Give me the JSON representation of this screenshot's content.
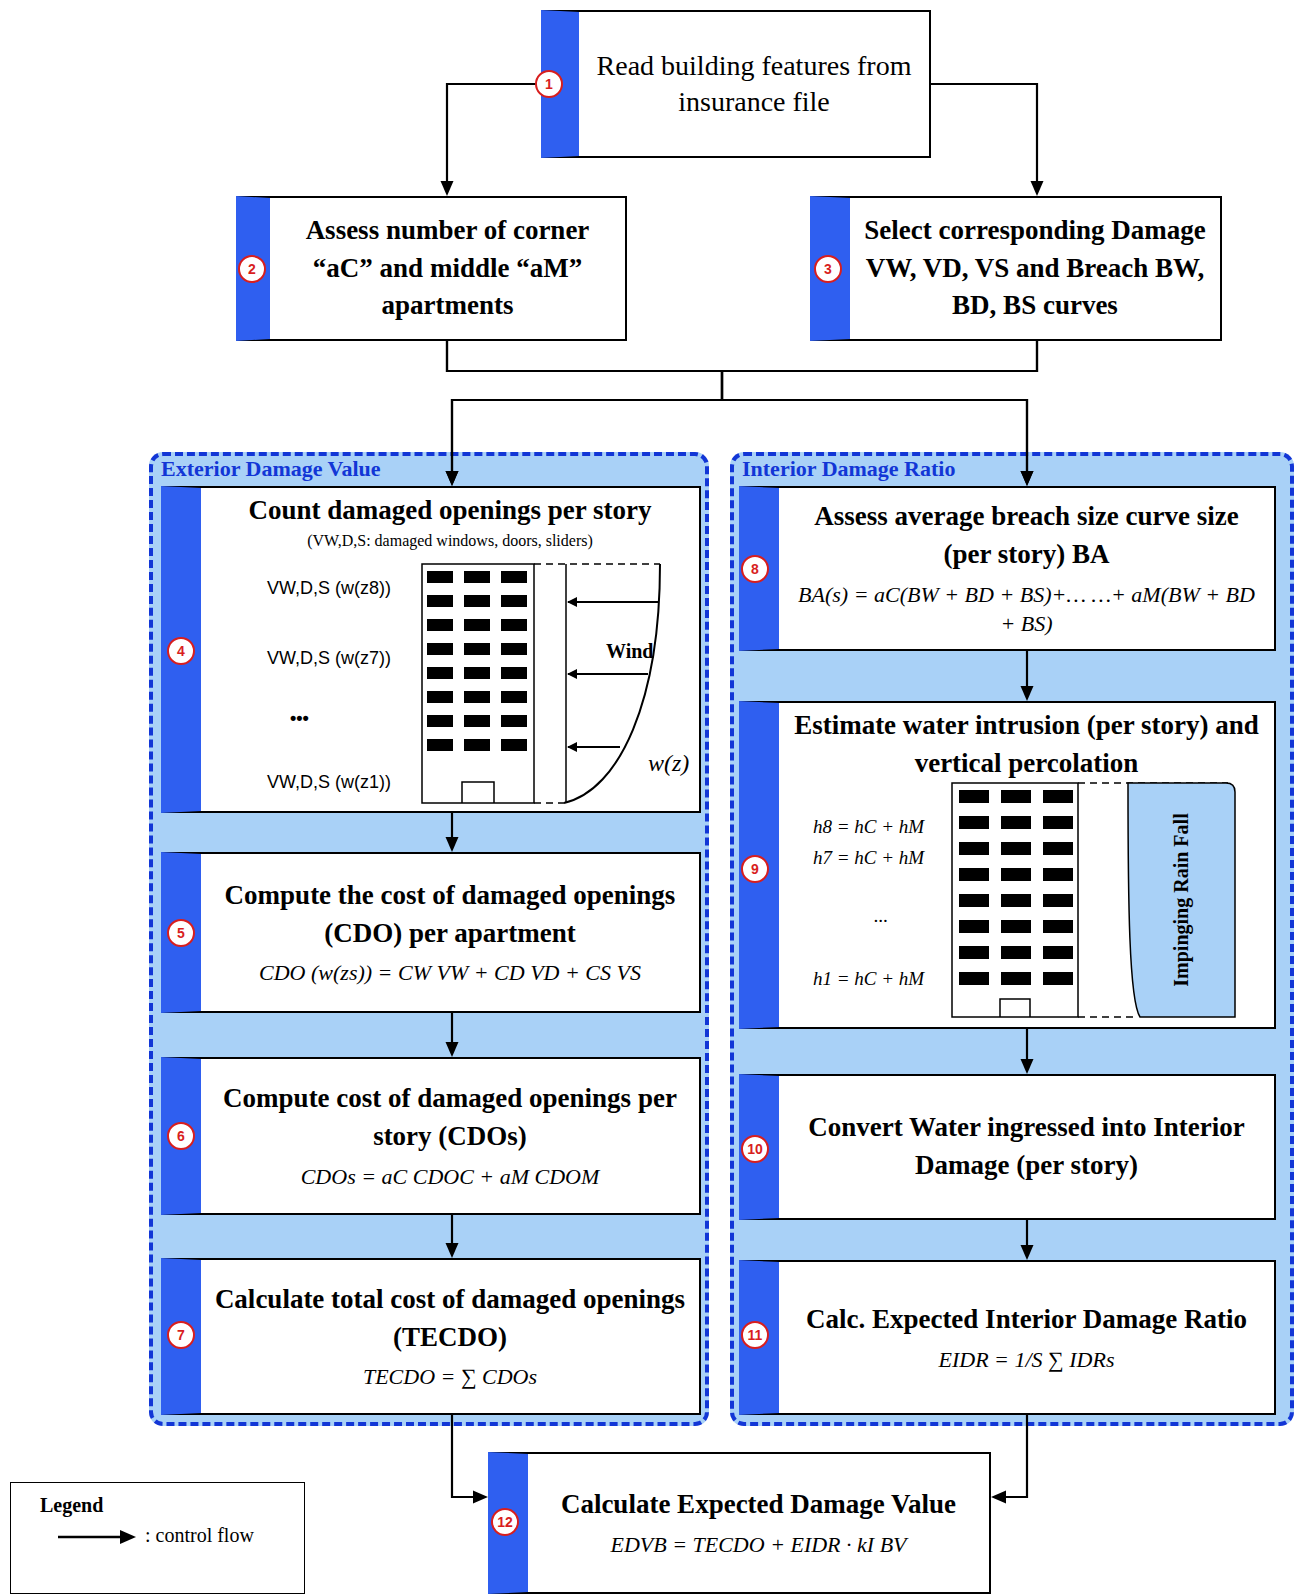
{
  "diagram": {
    "nodes": [
      {
        "text": [
          "Read building features from insurance file"
        ]
      },
      {
        "text": [
          "Assess number of corner “aC” and middle “aM” apartments"
        ]
      },
      {
        "text": [
          "Select corresponding Damage VW, VD, VS and Breach BW, BD, BS curves"
        ]
      },
      {
        "text": [
          "Exterior Damage Value"
        ]
      },
      {
        "text": [
          "Count damaged openings per story",
          "(VW,D,S: damaged windows, doors, sliders)"
        ],
        "in": 3
      },
      {
        "text": [
          "Compute the cost of damaged openings (CDO) per apartment",
          "CDO (w(zs)) = CW VW + CD VD + CS VS"
        ],
        "in": 3
      },
      {
        "text": [
          "Compute cost of damaged openings per story (CDOs)",
          "CDOs = aC CDOC + aM CDOM"
        ],
        "in": 3
      },
      {
        "text": [
          "Calculate total cost of damaged openings (TECDO)",
          "TECDO = ∑ CDOs"
        ],
        "in": 3
      },
      {
        "text": [
          "Interior Damage Ratio"
        ]
      },
      {
        "text": [
          "Assess average breach size curve size (per story) BA",
          "BA(s) = aC(BW + BD + BS)+… …+ aM(BW + BD + BS)"
        ],
        "in": 8
      },
      {
        "text": [
          "Estimate water intrusion (per story) and vertical percolation"
        ],
        "in": 8
      },
      {
        "text": [
          "Convert Water ingressed into Interior Damage (per story)"
        ],
        "in": 8
      },
      {
        "text": [
          "Calc. Expected Interior Damage Ratio",
          "EIDR = 1/S ∑ IDRs"
        ],
        "in": 8
      },
      {
        "text": [
          "Calculate Expected Damage Value",
          "EDVB = TECDO + EIDR · kI BV"
        ]
      }
    ],
    "edges": [
      {
        "from": 0,
        "to": 1,
        "arrow": "to"
      },
      {
        "from": 0,
        "to": 2,
        "arrow": "to"
      },
      {
        "from": 1,
        "to": 4,
        "arrow": "to"
      },
      {
        "from": 1,
        "to": 9,
        "arrow": "to"
      },
      {
        "from": 2,
        "to": 4,
        "arrow": "to"
      },
      {
        "from": 2,
        "to": 9,
        "arrow": "to"
      },
      {
        "from": 4,
        "to": 5,
        "arrow": "to"
      },
      {
        "from": 5,
        "to": 6,
        "arrow": "to"
      },
      {
        "from": 6,
        "to": 7,
        "arrow": "to"
      },
      {
        "from": 9,
        "to": 10,
        "arrow": "to"
      },
      {
        "from": 10,
        "to": 11,
        "arrow": "to"
      },
      {
        "from": 11,
        "to": 12,
        "arrow": "to"
      },
      {
        "from": 7,
        "to": 13,
        "arrow": "to"
      },
      {
        "from": 12,
        "to": 13,
        "arrow": "to"
      }
    ],
    "labels": [
      "1",
      "2",
      "3",
      "4",
      "VW,D,S (w(z8))",
      "VW,D,S (w(z7))",
      "•••",
      "VW,D,S (w(z1))",
      "Wind",
      "w(z)",
      "5",
      "6",
      "7",
      "8",
      "9",
      "h8 = hC + hM",
      "h7 = hC + hM",
      "...",
      "h1 = hC + hM",
      "Impinging Rain Fall",
      "10",
      "11",
      "12",
      "Legend"
    ],
    "legend": [
      {
        "text": ": control flow"
      }
    ]
  }
}
